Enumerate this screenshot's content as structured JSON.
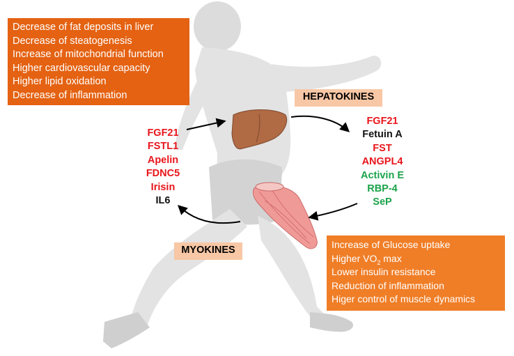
{
  "benefits_liver": [
    "Decrease of fat deposits in liver",
    "Decrease of steatogenesis",
    "Increase of mitochondrial function",
    "Higher cardiovascular capacity",
    "Higher lipid oxidation",
    "Decrease of inflammation"
  ],
  "benefits_muscle": {
    "line1": "Increase of Glucose uptake",
    "line2_pre": "Higher VO",
    "line2_sub": "2",
    "line2_post": " max",
    "line3": "Lower insulin resistance",
    "line4": "Reduction of inflammation",
    "line5": "Higer control of muscle dynamics"
  },
  "hepatokines_label": "HEPATOKINES",
  "myokines_label": "MYOKINES",
  "myokines": [
    {
      "name": "FGF21",
      "color": "#e8151b"
    },
    {
      "name": "FSTL1",
      "color": "#e8151b"
    },
    {
      "name": "Apelin",
      "color": "#e8151b"
    },
    {
      "name": "FDNC5",
      "color": "#e8151b"
    },
    {
      "name": "Irisin",
      "color": "#e8151b"
    },
    {
      "name": "IL6",
      "color": "#111111"
    }
  ],
  "hepatokines": [
    {
      "name": "FGF21",
      "color": "#e8151b"
    },
    {
      "name": "Fetuin A",
      "color": "#111111"
    },
    {
      "name": "FST",
      "color": "#e8151b"
    },
    {
      "name": "ANGPL4",
      "color": "#e8151b"
    },
    {
      "name": "Activin E",
      "color": "#1aa34a"
    },
    {
      "name": "RBP-4",
      "color": "#1aa34a"
    },
    {
      "name": "SeP",
      "color": "#1aa34a"
    }
  ],
  "colors": {
    "liver_box": "#e46212",
    "muscle_box": "#f07e27",
    "label_bg": "#f8c7a5",
    "silhouette": "#e2e2e2",
    "liver": "#b06a44",
    "muscle": "#f09a97"
  }
}
